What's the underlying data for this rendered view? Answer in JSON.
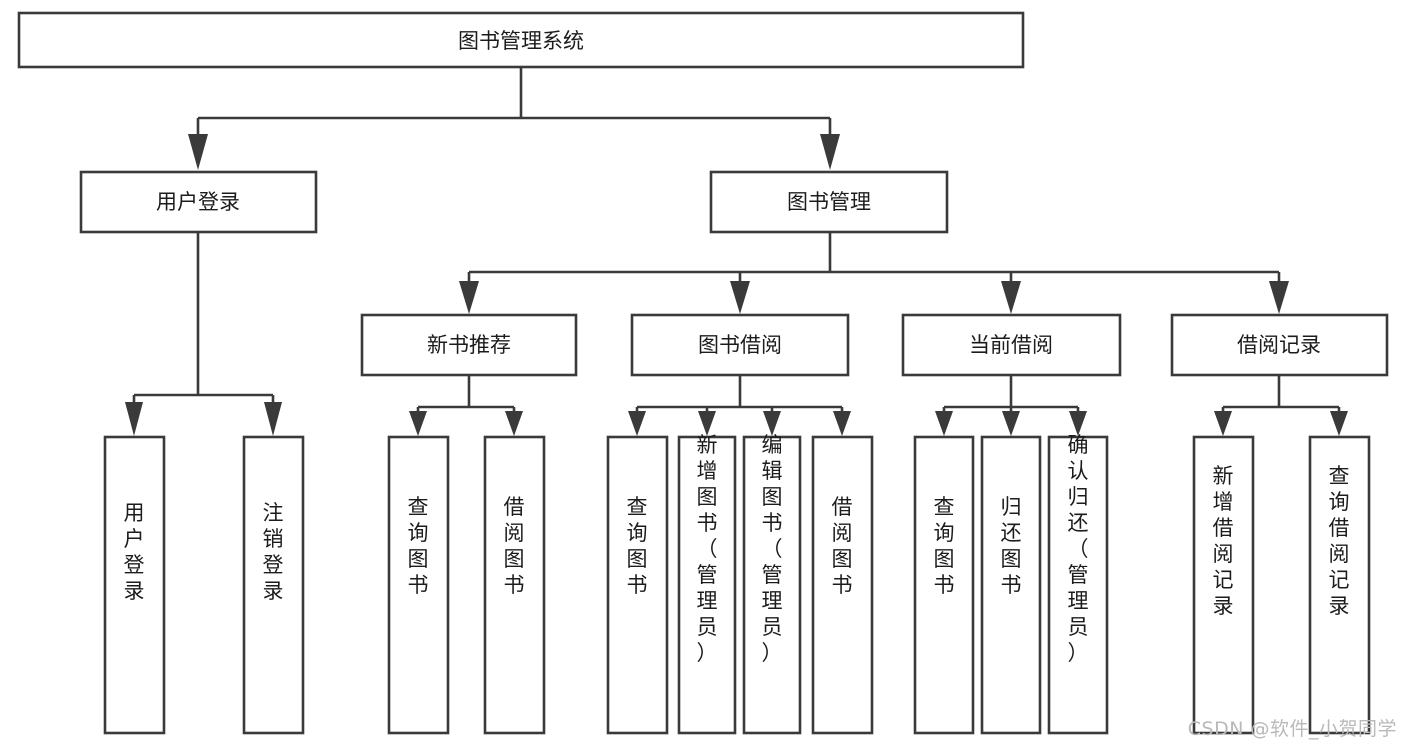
{
  "diagram": {
    "title": "图书管理系统",
    "type": "tree",
    "watermark": "CSDN @软件_小贺同学",
    "colors": {
      "stroke": "#3a3a3a",
      "fill": "#ffffff",
      "text": "#1c1c1c",
      "watermark": "#b9b9b9",
      "background": "#ffffff"
    },
    "root": {
      "label": "图书管理系统"
    },
    "level2": [
      {
        "label": "用户登录"
      },
      {
        "label": "图书管理"
      }
    ],
    "level3": [
      {
        "label": "新书推荐"
      },
      {
        "label": "图书借阅"
      },
      {
        "label": "当前借阅"
      },
      {
        "label": "借阅记录"
      }
    ],
    "leaves": {
      "user_login": [
        {
          "label": "用户登录"
        },
        {
          "label": "注销登录"
        }
      ],
      "new_book_recommend": [
        {
          "label": "查询图书"
        },
        {
          "label": "借阅图书"
        }
      ],
      "book_borrow": [
        {
          "label": "查询图书"
        },
        {
          "label": "新增图书（管理员）"
        },
        {
          "label": "编辑图书（管理员）"
        },
        {
          "label": "借阅图书"
        }
      ],
      "current_borrow": [
        {
          "label": "查询图书"
        },
        {
          "label": "归还图书"
        },
        {
          "label": "确认归还（管理员）"
        }
      ],
      "borrow_record": [
        {
          "label": "新增借阅记录"
        },
        {
          "label": "查询借阅记录"
        }
      ]
    }
  }
}
